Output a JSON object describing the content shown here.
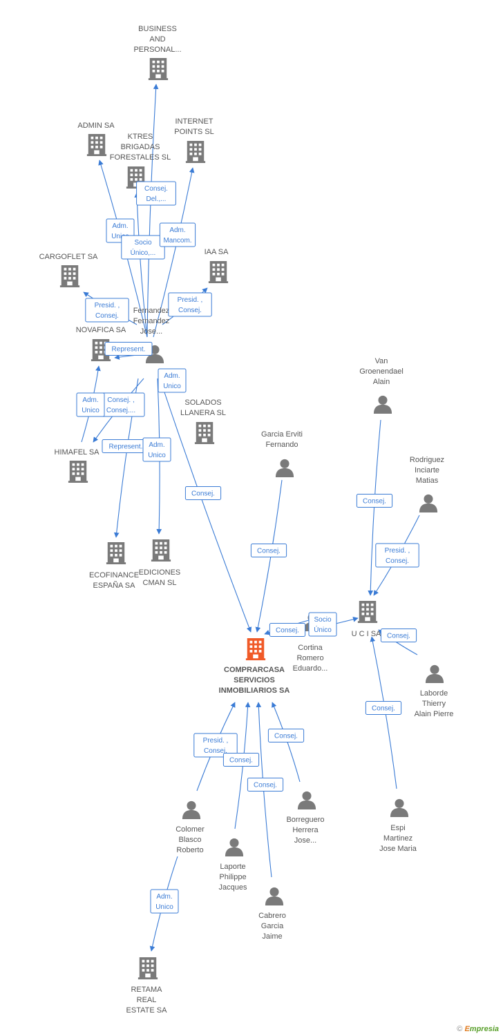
{
  "diagram": {
    "colors": {
      "edge": "#3a7bd5",
      "node": "#7a7a7a",
      "main": "#f05a28",
      "label": "#555555"
    },
    "nodes": [
      {
        "id": "business",
        "type": "company",
        "label": [
          "BUSINESS",
          "AND",
          "PERSONAL..."
        ]
      },
      {
        "id": "admin",
        "type": "company",
        "label": [
          "ADMIN SA"
        ]
      },
      {
        "id": "ktres",
        "type": "company",
        "label": [
          "KTRES",
          "BRIGADAS",
          "FORESTALES SL"
        ]
      },
      {
        "id": "internet",
        "type": "company",
        "label": [
          "INTERNET",
          "POINTS SL"
        ]
      },
      {
        "id": "cargoflet",
        "type": "company",
        "label": [
          "CARGOFLET SA"
        ]
      },
      {
        "id": "iaa",
        "type": "company",
        "label": [
          "IAA SA"
        ]
      },
      {
        "id": "novafica",
        "type": "company",
        "label": [
          "NOVAFICA SA"
        ]
      },
      {
        "id": "fernandez",
        "type": "person",
        "label": [
          "Fernandez",
          "Fernandez",
          "Jose..."
        ]
      },
      {
        "id": "solados",
        "type": "company",
        "label": [
          "SOLADOS",
          "LLANERA SL"
        ]
      },
      {
        "id": "himafel",
        "type": "company",
        "label": [
          "HIMAFEL SA"
        ]
      },
      {
        "id": "ecofinance",
        "type": "company",
        "label": [
          "ECOFINANCE",
          "ESPAÑA SA"
        ]
      },
      {
        "id": "ediciones",
        "type": "company",
        "label": [
          "EDICIONES",
          "CMAN SL"
        ]
      },
      {
        "id": "garcia",
        "type": "person",
        "label": [
          "Garcia Erviti",
          "Fernando"
        ]
      },
      {
        "id": "van",
        "type": "person",
        "label": [
          "Van",
          "Groenendael",
          "Alain"
        ]
      },
      {
        "id": "rodriguez",
        "type": "person",
        "label": [
          "Rodriguez",
          "Inciarte",
          "Matias"
        ]
      },
      {
        "id": "uci",
        "type": "company",
        "label": [
          "U C I SA"
        ]
      },
      {
        "id": "cortina",
        "type": "person",
        "label": [
          "Cortina",
          "Romero",
          "Eduardo..."
        ]
      },
      {
        "id": "main",
        "type": "main",
        "label": [
          "COMPRARCASA",
          "SERVICIOS",
          "INMOBILIARIOS SA"
        ]
      },
      {
        "id": "laborde",
        "type": "person",
        "label": [
          "Laborde",
          "Thierry",
          "Alain Pierre"
        ]
      },
      {
        "id": "colomer",
        "type": "person",
        "label": [
          "Colomer",
          "Blasco",
          "Roberto"
        ]
      },
      {
        "id": "borreguero",
        "type": "person",
        "label": [
          "Borreguero",
          "Herrera",
          "Jose..."
        ]
      },
      {
        "id": "espi",
        "type": "person",
        "label": [
          "Espi",
          "Martinez",
          "Jose Maria"
        ]
      },
      {
        "id": "laporte",
        "type": "person",
        "label": [
          "Laporte",
          "Philippe",
          "Jacques"
        ]
      },
      {
        "id": "cabrero",
        "type": "person",
        "label": [
          "Cabrero",
          "Garcia",
          "Jaime"
        ]
      },
      {
        "id": "retama",
        "type": "company",
        "label": [
          "RETAMA",
          "REAL",
          "ESTATE SA"
        ]
      }
    ],
    "edges": [
      {
        "label": [
          "Consej.",
          "Del.,..."
        ]
      },
      {
        "label": [
          "Adm.",
          "Unico"
        ]
      },
      {
        "label": [
          "Socio",
          "Único,..."
        ]
      },
      {
        "label": [
          "Adm.",
          "Mancom."
        ]
      },
      {
        "label": [
          "Presid. ,",
          "Consej."
        ]
      },
      {
        "label": [
          "Presid. ,",
          "Consej."
        ]
      },
      {
        "label": [
          "Represent."
        ]
      },
      {
        "label": [
          "Adm.",
          "Unico"
        ]
      },
      {
        "label": [
          "Consej. ,",
          "Consej...."
        ]
      },
      {
        "label": [
          "Adm.",
          "Unico"
        ]
      },
      {
        "label": [
          "Represent."
        ]
      },
      {
        "label": [
          "Adm.",
          "Unico"
        ]
      },
      {
        "label": [
          "Consej."
        ]
      },
      {
        "label": [
          "Consej."
        ]
      },
      {
        "label": [
          "Consej."
        ]
      },
      {
        "label": [
          "Presid. ,",
          "Consej."
        ]
      },
      {
        "label": [
          "Consej."
        ]
      },
      {
        "label": [
          "Socio",
          "Único"
        ]
      },
      {
        "label": [
          "Consej."
        ]
      },
      {
        "label": [
          "Consej."
        ]
      },
      {
        "label": [
          "Presid. ,",
          "Consej."
        ]
      },
      {
        "label": [
          "Consej."
        ]
      },
      {
        "label": [
          "Consej."
        ]
      },
      {
        "label": [
          "Consej."
        ]
      },
      {
        "label": [
          "Adm.",
          "Unico"
        ]
      }
    ]
  },
  "footer": {
    "copyright_symbol": "©",
    "brand_first": "E",
    "brand_rest": "mpresia"
  }
}
